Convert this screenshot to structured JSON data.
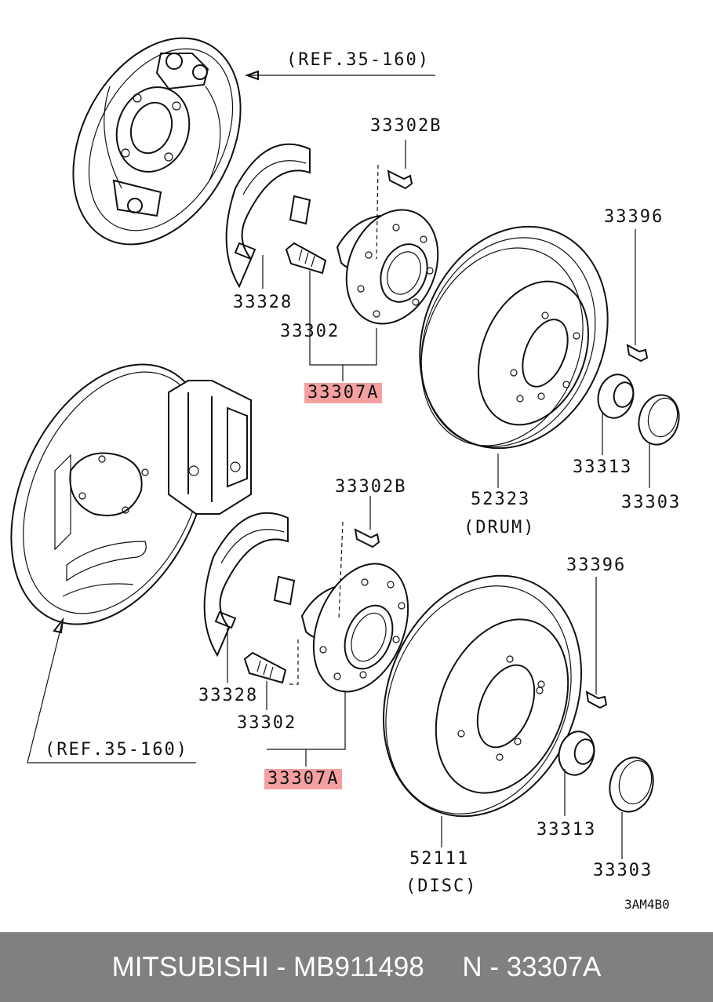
{
  "labels": {
    "ref_top": "(REF.35-160)",
    "ref_bottom": "(REF.35-160)",
    "upper_bolt": "33302B",
    "upper_plug": "33396",
    "upper_shield": "33328",
    "upper_stud": "33302",
    "upper_hub_assy": "33307A",
    "upper_nut": "33313",
    "upper_drum": "52323",
    "upper_drum_note": "(DRUM)",
    "upper_cap": "33303",
    "lower_bolt": "33302B",
    "lower_plug": "33396",
    "lower_shield": "33328",
    "lower_stud": "33302",
    "lower_hub_assy": "33307A",
    "lower_nut": "33313",
    "lower_disc": "52111",
    "lower_disc_note": "(DISC)",
    "lower_cap": "33303",
    "diagram_code": "3AM4B0"
  },
  "highlight_color": "#f4a0a0",
  "footer": {
    "brand": "MITSUBISHI",
    "sep": " - ",
    "part_number": "MB911498",
    "gap": "     ",
    "n_label": "N - 33307A",
    "background": "#808080"
  }
}
